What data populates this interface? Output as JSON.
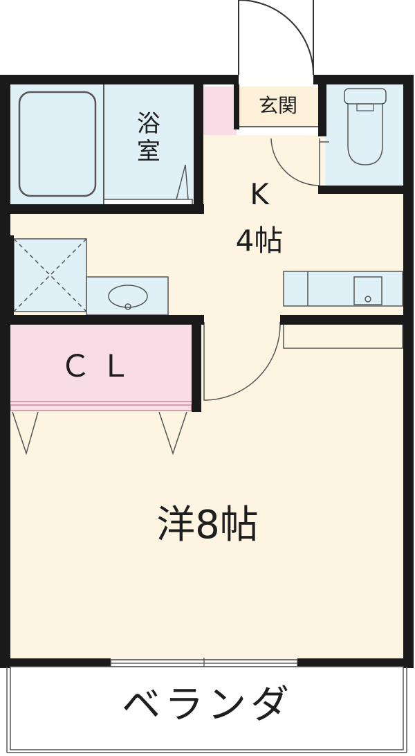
{
  "floor_plan": {
    "rooms": {
      "bath": "浴室",
      "entrance": "玄関",
      "kitchen": "K",
      "kitchen_size": "4帖",
      "closet": "ＣＬ",
      "western_room": "洋8帖",
      "veranda": "ベランダ"
    },
    "colors": {
      "wall": "#1a1a1a",
      "floor": "#fdf4e1",
      "wet_area": "#dff0f7",
      "closet": "#f9dde6",
      "entrance": "#fdf0d8",
      "line": "#555555"
    }
  }
}
